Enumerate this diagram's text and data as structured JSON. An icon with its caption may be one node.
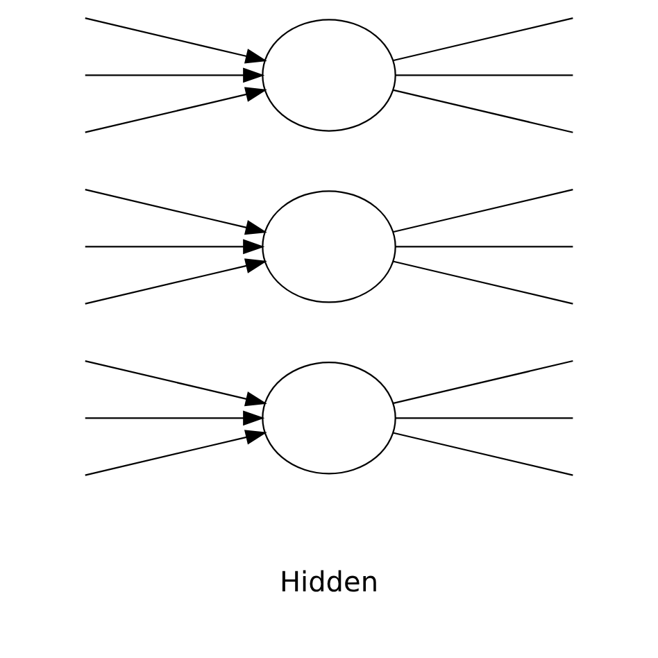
{
  "diagram": {
    "nodes": [
      {
        "text": [],
        "shape": "circle"
      },
      {
        "text": [],
        "shape": "circle"
      },
      {
        "text": [],
        "shape": "circle"
      }
    ],
    "edges": [
      {
        "from": 0,
        "to": null,
        "arrow": "none"
      },
      {
        "from": 0,
        "to": null,
        "arrow": "none"
      },
      {
        "from": 0,
        "to": null,
        "arrow": "none"
      },
      {
        "from": 1,
        "to": null,
        "arrow": "none"
      },
      {
        "from": 1,
        "to": null,
        "arrow": "none"
      },
      {
        "from": 1,
        "to": null,
        "arrow": "none"
      },
      {
        "from": 2,
        "to": null,
        "arrow": "none"
      },
      {
        "from": 2,
        "to": null,
        "arrow": "none"
      },
      {
        "from": 2,
        "to": null,
        "arrow": "none"
      },
      {
        "from": null,
        "to": 0,
        "arrow": "to"
      },
      {
        "from": null,
        "to": 0,
        "arrow": "to"
      },
      {
        "from": null,
        "to": 0,
        "arrow": "to"
      },
      {
        "from": null,
        "to": 1,
        "arrow": "to"
      },
      {
        "from": null,
        "to": 1,
        "arrow": "to"
      },
      {
        "from": null,
        "to": 1,
        "arrow": "to"
      },
      {
        "from": null,
        "to": 2,
        "arrow": "to"
      },
      {
        "from": null,
        "to": 2,
        "arrow": "to"
      },
      {
        "from": null,
        "to": 2,
        "arrow": "to"
      }
    ],
    "labels": [
      "Hidden"
    ]
  }
}
